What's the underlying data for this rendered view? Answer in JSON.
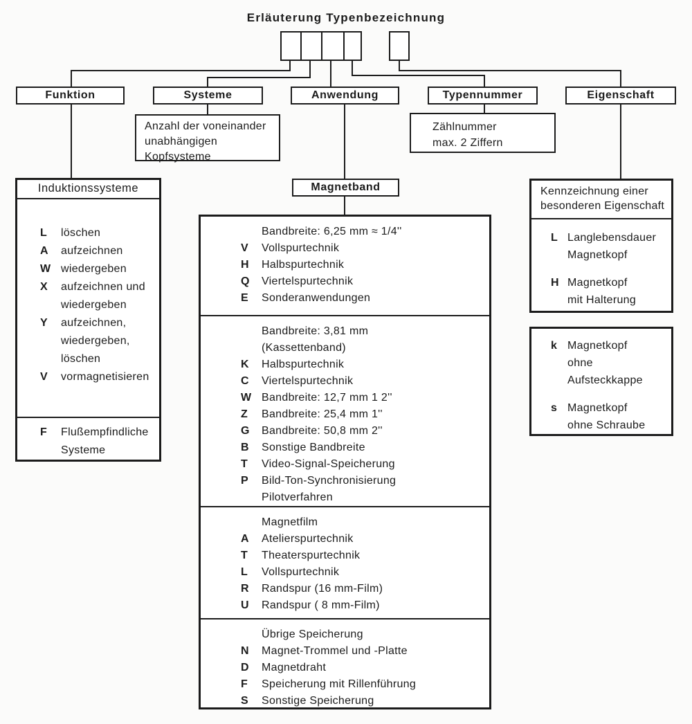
{
  "title": "Erläuterung Typenbezeichnung",
  "categories": {
    "funktion": {
      "label": "Funktion"
    },
    "systeme": {
      "label": "Systeme",
      "note": "Anzahl der voneinander\nunabhängigen\nKopfsysteme"
    },
    "anwendung": {
      "label": "Anwendung",
      "node": "Magnetband"
    },
    "typennummer": {
      "label": "Typennummer",
      "note": "Zählnummer\nmax. 2 Ziffern"
    },
    "eigenschaft": {
      "label": "Eigenschaft"
    }
  },
  "funktion_detail": {
    "header": "Induktionssysteme",
    "items": [
      {
        "code": "L",
        "label": "löschen"
      },
      {
        "code": "A",
        "label": "aufzeichnen"
      },
      {
        "code": "W",
        "label": "wiedergeben"
      },
      {
        "code": "X",
        "label": "aufzeichnen und\nwiedergeben"
      },
      {
        "code": "Y",
        "label": "aufzeichnen,\nwiedergeben,\nlöschen"
      },
      {
        "code": "V",
        "label": "vormagnetisieren"
      }
    ],
    "footer_items": [
      {
        "code": "F",
        "label": "Flußempfindliche\nSysteme"
      }
    ]
  },
  "anwendung_detail": {
    "sections": [
      {
        "heading": "Bandbreite: 6,25 mm ≈ 1/4''",
        "items": [
          {
            "code": "V",
            "label": "Vollspurtechnik"
          },
          {
            "code": "H",
            "label": "Halbspurtechnik"
          },
          {
            "code": "Q",
            "label": "Viertelspurtechnik"
          },
          {
            "code": "E",
            "label": "Sonderanwendungen"
          }
        ]
      },
      {
        "heading": "Bandbreite: 3,81 mm\n(Kassettenband)",
        "items": [
          {
            "code": "K",
            "label": "Halbspurtechnik"
          },
          {
            "code": "C",
            "label": "Viertelspurtechnik"
          },
          {
            "code": "W",
            "label": "Bandbreite: 12,7 mm  1 2''"
          },
          {
            "code": "Z",
            "label": "Bandbreite: 25,4 mm  1''"
          },
          {
            "code": "G",
            "label": "Bandbreite: 50,8 mm  2''"
          },
          {
            "code": "B",
            "label": "Sonstige Bandbreite"
          },
          {
            "code": "T",
            "label": "Video-Signal-Speicherung"
          },
          {
            "code": "P",
            "label": "Bild-Ton-Synchronisierung\nPilotverfahren"
          }
        ]
      },
      {
        "heading": "Magnetfilm",
        "items": [
          {
            "code": "A",
            "label": "Atelierspurtechnik"
          },
          {
            "code": "T",
            "label": "Theaterspurtechnik"
          },
          {
            "code": "L",
            "label": "Vollspurtechnik"
          },
          {
            "code": "R",
            "label": "Randspur (16 mm-Film)"
          },
          {
            "code": "U",
            "label": "Randspur ( 8 mm-Film)"
          }
        ]
      },
      {
        "heading": "Übrige Speicherung",
        "items": [
          {
            "code": "N",
            "label": "Magnet-Trommel und -Platte"
          },
          {
            "code": "D",
            "label": "Magnetdraht"
          },
          {
            "code": "F",
            "label": "Speicherung mit Rillenführung"
          },
          {
            "code": "S",
            "label": "Sonstige Speicherung"
          }
        ]
      }
    ]
  },
  "eigenschaft_detail": {
    "box1": {
      "header": "Kennzeichnung einer\nbesonderen Eigenschaft",
      "items": [
        {
          "code": "L",
          "label": "Langlebensdauer\nMagnetkopf"
        },
        {
          "code": "H",
          "label": "Magnetkopf\nmit Halterung"
        }
      ]
    },
    "box2": {
      "items": [
        {
          "code": "k",
          "label": "Magnetkopf\nohne\nAufsteckkappe"
        },
        {
          "code": "s",
          "label": "Magnetkopf\nohne Schraube"
        }
      ]
    }
  },
  "colors": {
    "ink": "#1b1b1b",
    "paper": "#fbfbfa"
  }
}
